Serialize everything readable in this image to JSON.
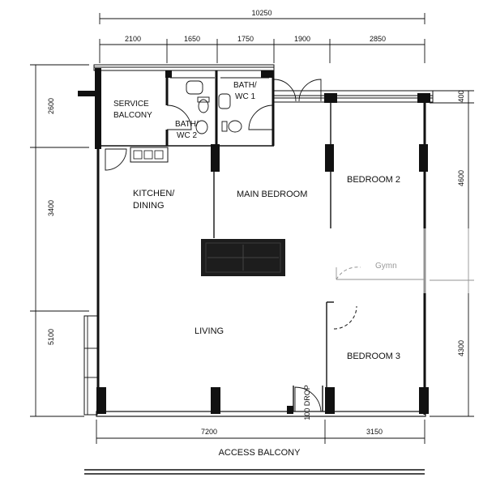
{
  "dimensions": {
    "overall_width": "10250",
    "top_segments": [
      "2100",
      "1650",
      "1750",
      "1900",
      "2850"
    ],
    "left_segments": [
      "2600",
      "3400",
      "5100"
    ],
    "right_segments": [
      "400",
      "4600",
      "4300"
    ],
    "bottom_segments": [
      "7200",
      "3150"
    ]
  },
  "rooms": {
    "service_balcony": [
      "SERVICE",
      "BALCONY"
    ],
    "bath_wc_1": [
      "BATH/",
      "WC 1"
    ],
    "bath_wc_2": [
      "BATH/",
      "WC 2"
    ],
    "kitchen_dining": [
      "KITCHEN/",
      "DINING"
    ],
    "main_bedroom": "MAIN BEDROOM",
    "bedroom_2": "BEDROOM 2",
    "bedroom_3": "BEDROOM 3",
    "living": "LIVING"
  },
  "labels": {
    "access_balcony": "ACCESS BALCONY",
    "drop": "100 DROP",
    "faint_room_text": "Gymn"
  }
}
